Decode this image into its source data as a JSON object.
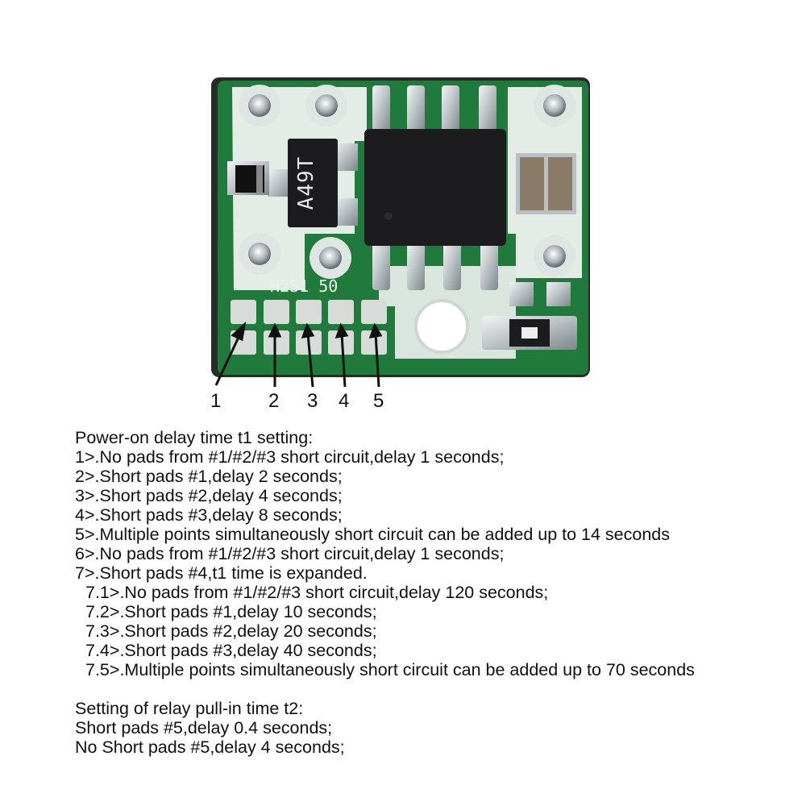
{
  "board": {
    "chip_marking": "A49T",
    "silkscreen_text": "H2S1 50",
    "pad_labels": [
      "1",
      "2",
      "3",
      "4",
      "5"
    ]
  },
  "instructions": {
    "t1_heading": "Power-on delay time t1 setting:",
    "t1_items": [
      "1>.No pads from #1/#2/#3 short circuit,delay 1 seconds;",
      "2>.Short pads #1,delay 2 seconds;",
      "3>.Short pads #2,delay 4 seconds;",
      "4>.Short pads #3,delay 8 seconds;",
      "5>.Multiple points simultaneously short circuit can be added up to 14 seconds",
      "6>.No pads from #1/#2/#3 short circuit,delay 1 seconds;",
      "7>.Short pads #4,t1 time is expanded."
    ],
    "t1_sub_items": [
      "7.1>.No pads from #1/#2/#3 short circuit,delay 120 seconds;",
      "7.2>.Short pads #1,delay 10 seconds;",
      "7.3>.Short pads #2,delay 20 seconds;",
      "7.4>.Short pads #3,delay 40 seconds;",
      "7.5>.Multiple points simultaneously short circuit can be added up to 70 seconds"
    ],
    "t2_heading": "Setting of relay pull-in time t2:",
    "t2_items": [
      "Short pads #5,delay 0.4 seconds;",
      "No Short pads #5,delay 4 seconds;"
    ]
  },
  "colors": {
    "pcb_green": "#1f7a3c",
    "pcb_white": "#eef2ee",
    "chip_black": "#1c1c1e",
    "solder": "#c9cfd3"
  }
}
